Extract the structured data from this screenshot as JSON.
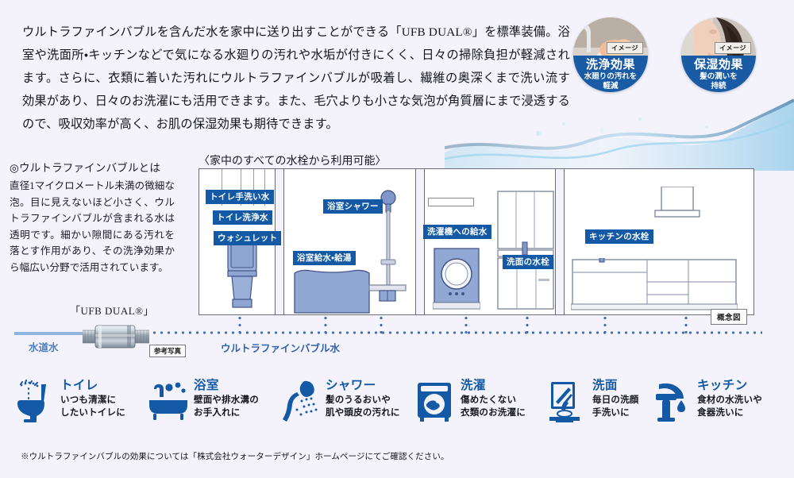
{
  "colors": {
    "page_bg": "#f4f3fb",
    "label_blue": "#1359a5",
    "accent_blue": "#1a5ba6",
    "fixture_fill": "#92a8d4",
    "pipe_blue": "#8eb4dc",
    "dot_blue": "#3f6fb5"
  },
  "lede": {
    "text": "ウルトラファインバブルを含んだ水を家中に送り出すことができる「UFB DUAL®」を標準装備。浴室や洗面所・キッチンなどで気になる水廻りの汚れや水垢が付きにくく、日々の掃除負担が軽減されます。さらに、衣類に着いた汚れにウルトラファインバブルが吸着し、繊維の奥深くまで洗い流す効果があり、日々のお洗濯にも活用できます。また、毛穴よりも小さな気泡が角質層にまで浸透するので、吸収効率が高く、お肌の保湿効果も期待できます。"
  },
  "badges": [
    {
      "id": "clean",
      "title": "洗浄効果",
      "sub_line1": "水廻りの汚れを",
      "sub_line2": "軽減",
      "image_tag": "イメージ",
      "image_name": "hand-washing-dish-photo"
    },
    {
      "id": "moist",
      "title": "保湿効果",
      "sub_line1": "髪の潤いを",
      "sub_line2": "持続",
      "image_tag": "イメージ",
      "image_name": "woman-hair-photo"
    }
  ],
  "definition": {
    "heading": "◎ウルトラファインバブルとは",
    "body": "直径1マイクロメートル未満の微細な泡。目に見えないほど小さく、ウルトラファインバブルが含まれる水は透明です。細かい隙間にある汚れを落とす作用があり、その洗浄効果から幅広い分野で活用されています。"
  },
  "diagram": {
    "title": "〈家中のすべての水栓から利用可能〉",
    "concept_tag": "概念図",
    "labels": {
      "toilet_handwash": "トイレ手洗い水",
      "toilet_flush": "トイレ洗浄水",
      "washlet": "ウォシュレット",
      "bath_shower": "浴室シャワー",
      "bath_supply": "浴室給水・給湯",
      "washer_supply": "洗濯機への給水",
      "vanity_faucet": "洗面の水栓",
      "kitchen_faucet": "キッチンの水栓"
    }
  },
  "device": {
    "name": "「UFB DUAL®」",
    "photo_tag": "参考写真",
    "inlet_label": "水道水",
    "outlet_label": "ウルトラファインバブル水"
  },
  "uses": [
    {
      "icon": "toilet-icon",
      "title": "トイレ",
      "line1": "いつも清潔に",
      "line2": "したいトイレに"
    },
    {
      "icon": "bathtub-icon",
      "title": "浴室",
      "line1": "壁面や排水溝の",
      "line2": "お手入れに"
    },
    {
      "icon": "showerhead-icon",
      "title": "シャワー",
      "line1": "髪のうるおいや",
      "line2": "肌や頭皮の汚れに"
    },
    {
      "icon": "washing-machine-icon",
      "title": "洗濯",
      "line1": "傷めたくない",
      "line2": "衣類のお洗濯に"
    },
    {
      "icon": "washbasin-icon",
      "title": "洗面",
      "line1": "毎日の洗顔",
      "line2": "手洗いに"
    },
    {
      "icon": "kitchen-faucet-icon",
      "title": "キッチン",
      "line1": "食材の水洗いや",
      "line2": "食器洗いに"
    }
  ],
  "footnote": "※ウルトラファインバブルの効果については「株式会社ウォーターデザイン」ホームページにてご確認ください。"
}
